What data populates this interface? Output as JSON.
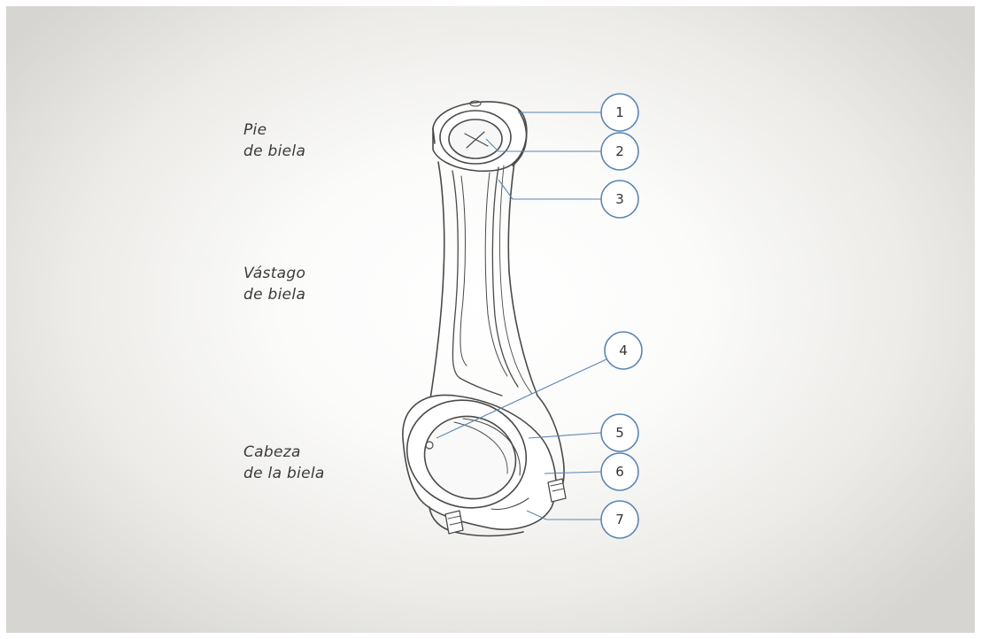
{
  "section_labels": {
    "small_end": [
      "Pie",
      "de biela"
    ],
    "shank": [
      "Vástago",
      "de biela"
    ],
    "big_end": [
      "Cabeza",
      "de la biela"
    ]
  },
  "callouts": [
    "1",
    "2",
    "3",
    "4",
    "5",
    "6",
    "7"
  ],
  "colors": {
    "callout_stroke": "#5a86b3",
    "leader_line": "#5a86b3",
    "part_outline": "#4a4a4a",
    "text": "#3a3a3a"
  }
}
